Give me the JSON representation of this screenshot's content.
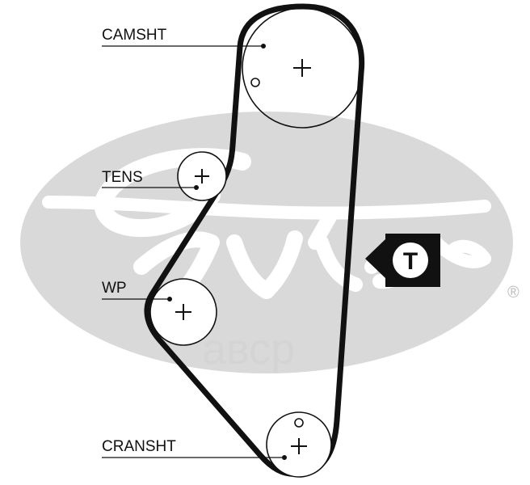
{
  "diagram": {
    "brand_logo": "Gates",
    "registered_mark": "®",
    "watermark": "авср",
    "tensioner_badge": "T",
    "labels": {
      "camshaft": "CAMSHT",
      "tensioner": "TENS",
      "water_pump": "WP",
      "crankshaft": "CRANSHT"
    },
    "colors": {
      "ink": "#111111",
      "logo_gray": "#d9d9d9",
      "background": "#ffffff"
    }
  }
}
